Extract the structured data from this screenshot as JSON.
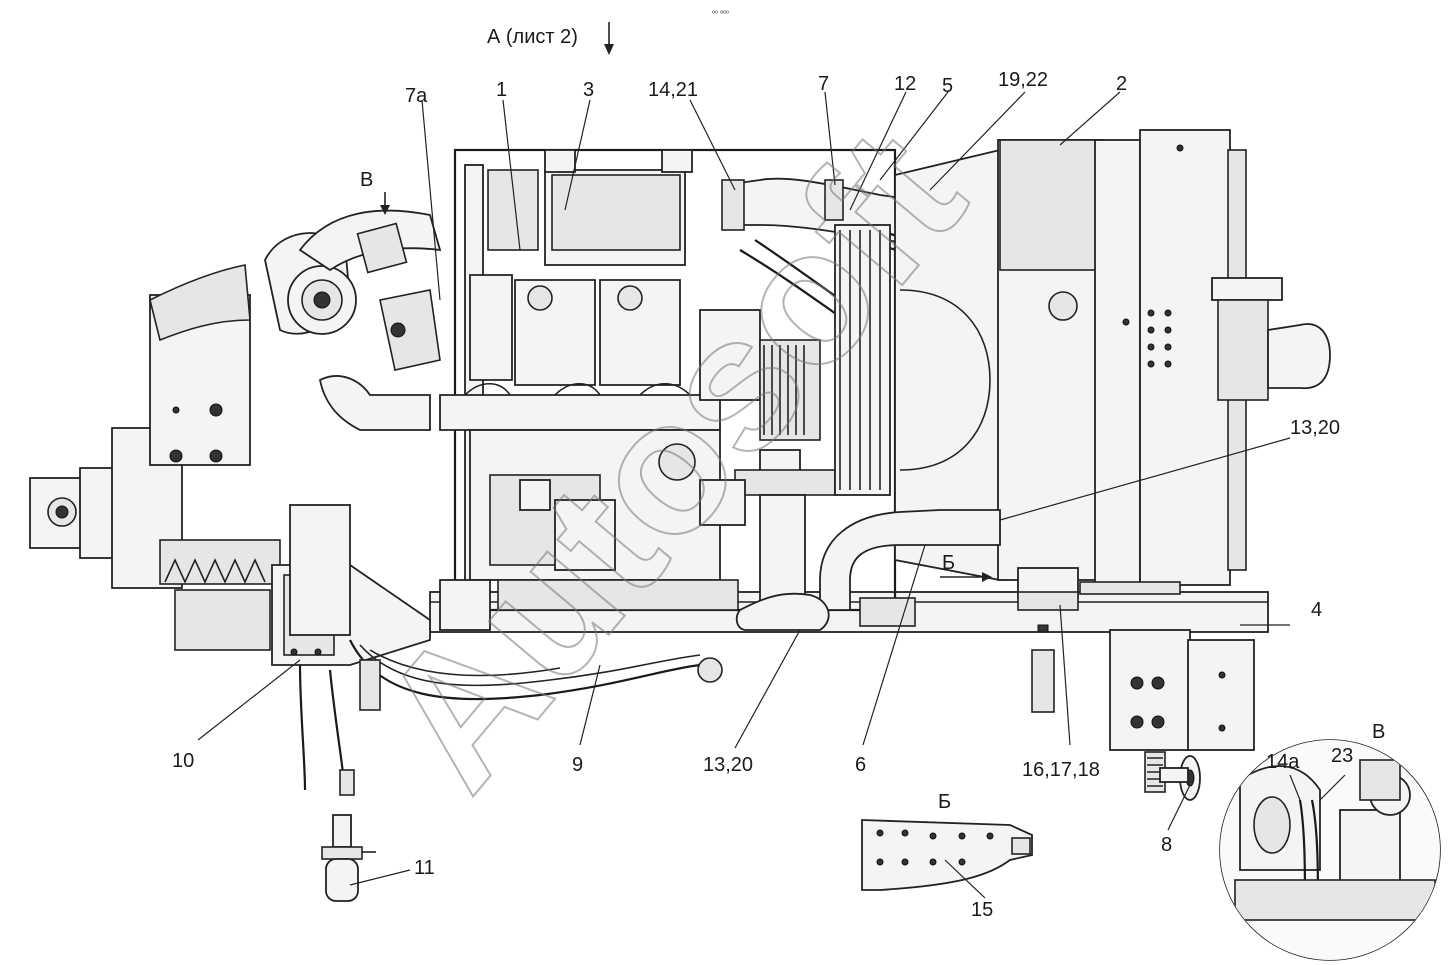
{
  "header": {
    "view_arrow_label": "А (лист 2)",
    "top_mark": "ºº ººº"
  },
  "callouts": {
    "c7a": "7а",
    "c1": "1",
    "c3": "3",
    "c1421": "14,21",
    "c7": "7",
    "c12": "12",
    "c5": "5",
    "c1922": "19,22",
    "c2": "2",
    "cV": "В",
    "c1320a": "13,20",
    "c4": "4",
    "c10": "10",
    "c9": "9",
    "c1320b": "13,20",
    "c6": "6",
    "c161718": "16,17,18",
    "c8": "8",
    "c11": "11",
    "c15": "15",
    "cB_arrow": "Б",
    "cB_view": "Б",
    "cV_view": "В",
    "c14a": "14а",
    "c23": "23"
  },
  "watermark": "Autosoft"
}
